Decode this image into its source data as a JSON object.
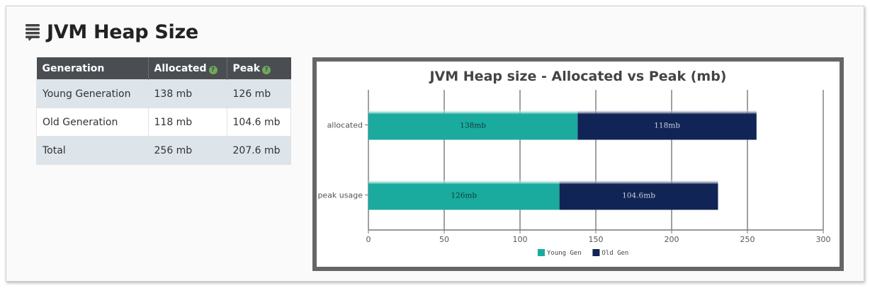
{
  "section": {
    "title": "JVM Heap Size",
    "icon": "list-icon"
  },
  "table": {
    "headers": [
      {
        "label": "Generation",
        "help": false
      },
      {
        "label": "Allocated",
        "help": true
      },
      {
        "label": "Peak",
        "help": true
      }
    ],
    "rows": [
      {
        "generation": "Young Generation",
        "allocated": "138 mb",
        "peak": "126 mb"
      },
      {
        "generation": "Old Generation",
        "allocated": "118 mb",
        "peak": "104.6 mb"
      },
      {
        "generation": "Total",
        "allocated": "256 mb",
        "peak": "207.6 mb"
      }
    ],
    "help_icon": "question-circle-icon"
  },
  "colors": {
    "young": "#1aaa9e",
    "old": "#112456",
    "header": "#4a4d52",
    "row_alt": "#dde4ea"
  },
  "chart_data": {
    "type": "bar",
    "orientation": "horizontal",
    "stacked": true,
    "title": "JVM Heap size - Allocated vs Peak (mb)",
    "categories": [
      "allocated",
      "peak usage"
    ],
    "series": [
      {
        "name": "Young Gen",
        "values": [
          138,
          126
        ],
        "labels": [
          "138mb",
          "126mb"
        ],
        "color": "#1aaa9e"
      },
      {
        "name": "Old Gen",
        "values": [
          118,
          104.6
        ],
        "labels": [
          "118mb",
          "104.6mb"
        ],
        "color": "#112456"
      }
    ],
    "xlim": [
      0,
      300
    ],
    "xticks": [
      0,
      50,
      100,
      150,
      200,
      250,
      300
    ],
    "grid": true,
    "legend": "bottom-center"
  }
}
